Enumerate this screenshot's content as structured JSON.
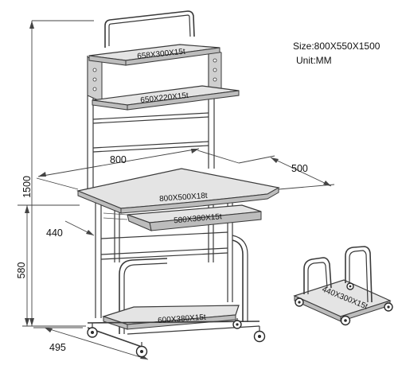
{
  "info": {
    "size": "Size:800X550X1500",
    "unit": "Unit:MM"
  },
  "parts": {
    "top_shelf": "658X300X15t",
    "upper_shelf": "650X220X15t",
    "desktop": "800X500X18t",
    "keyboard_tray": "580X380X15t",
    "bottom_shelf": "600X380X15t",
    "cpu_stand": "440X300X15t"
  },
  "dimensions": {
    "width": "800",
    "depth": "500",
    "height": "1500",
    "desk_height": "580",
    "tray_offset": "440",
    "base_depth": "495"
  }
}
